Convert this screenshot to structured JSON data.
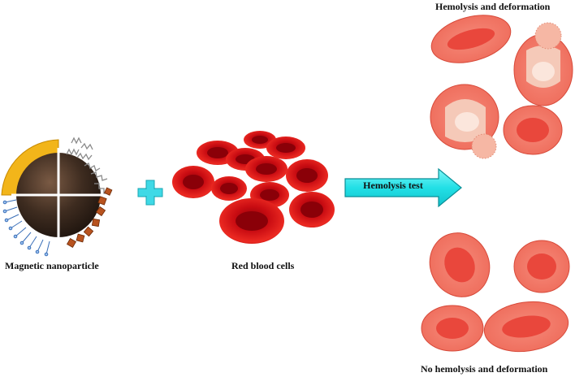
{
  "labels": {
    "nanoparticle": "Magnetic nanoparticle",
    "red_blood_cells": "Red blood cells",
    "arrow": "Hemolysis test",
    "top_outcome": "Hemolysis and deformation",
    "bottom_outcome": "No hemolysis and deformation"
  },
  "colors": {
    "plus": "#3fd9e6",
    "arrow_fill": "#2ee6e6",
    "rbc_dark": "#b0000c",
    "rbc_mid": "#e01a1a",
    "cell_outer": "#f06a5a",
    "cell_inner": "#e9473c",
    "particle_core": "#3a2a1e",
    "gold_shell": "#f2b51a"
  },
  "icons": {
    "plus": "plus-icon",
    "arrow": "right-arrow-icon"
  }
}
